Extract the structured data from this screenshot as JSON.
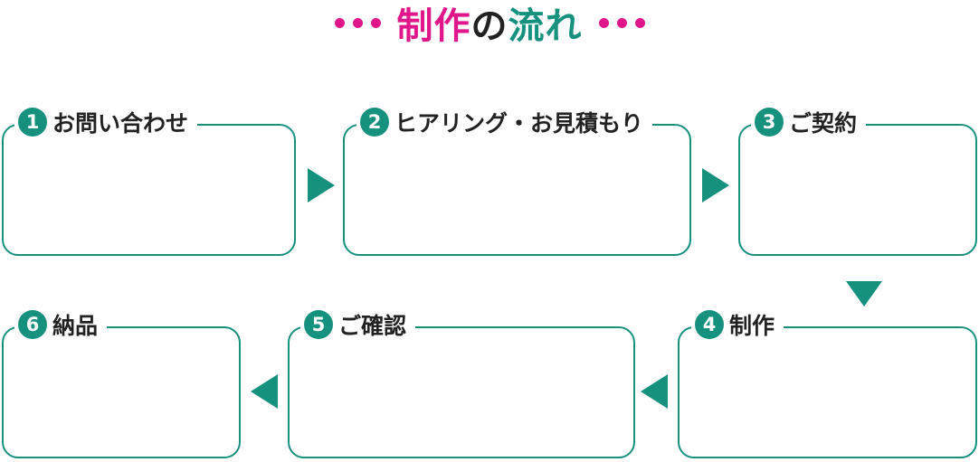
{
  "title": {
    "part1": "制作",
    "part2": "の",
    "part3": "流れ"
  },
  "colors": {
    "accent": "#15917e",
    "magenta": "#e0168b"
  },
  "steps": [
    {
      "num": "1",
      "label": "お問い合わせ"
    },
    {
      "num": "2",
      "label": "ヒアリング・お見積もり"
    },
    {
      "num": "3",
      "label": "ご契約"
    },
    {
      "num": "4",
      "label": "制作"
    },
    {
      "num": "5",
      "label": "ご確認"
    },
    {
      "num": "6",
      "label": "納品"
    }
  ]
}
